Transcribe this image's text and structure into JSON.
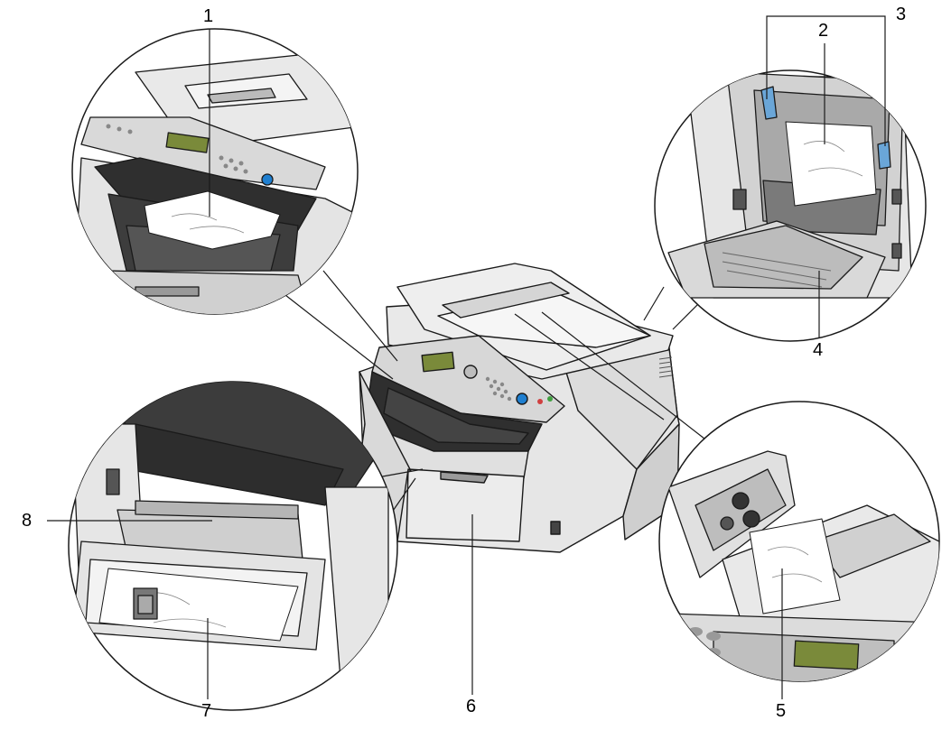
{
  "callouts": {
    "c1": "1",
    "c2": "2",
    "c3": "3",
    "c4": "4",
    "c5": "5",
    "c6": "6",
    "c7": "7",
    "c8": "8"
  },
  "colors": {
    "line": "#1a1a1a",
    "body_light": "#e4e4e4",
    "body_mid": "#c8c8c8",
    "body_dark": "#3a3a3a",
    "lcd": "#7a8a3a",
    "lever_blue": "#6aa6d8",
    "button_blue": "#1f7fd0",
    "paper": "#ffffff"
  }
}
